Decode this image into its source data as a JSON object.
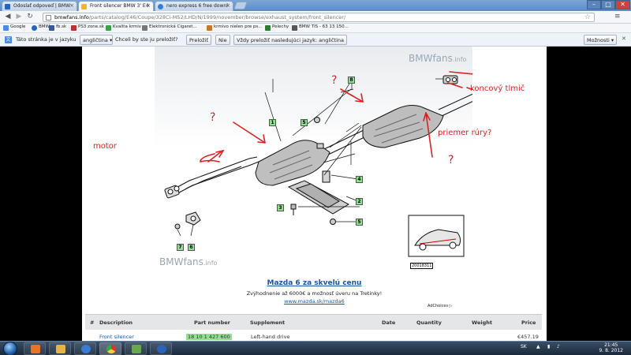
{
  "browser": {
    "tabs": [
      {
        "label": "Odoslať odpoveď | BMW"
      },
      {
        "label": "Front silencer BMW 3' E4"
      },
      {
        "label": "nero express 6 free downl"
      }
    ],
    "window_buttons": {
      "minimize": "–",
      "maximize": "□",
      "close": "✕"
    },
    "address": {
      "host": "bmwfans.info",
      "path": "/parts/catalog/E46/Coupe/328Ci-M52/LHD/N/1999/november/browse/exhaust_system/front_silencer/"
    },
    "bookmarks": [
      {
        "label": "Google",
        "color": "#4a8be8"
      },
      {
        "label": "BMW",
        "color": "#2a64b8"
      },
      {
        "label": "fb.sk",
        "color": "#3b5998"
      },
      {
        "label": "PS3 zone.sk",
        "color": "#c03030"
      },
      {
        "label": "Kvalita krmiv",
        "color": "#3aa24a"
      },
      {
        "label": "Elektronická Cigaret...",
        "color": "#777777"
      },
      {
        "label": "krmivo nielen pre ps...",
        "color": "#c8782a"
      },
      {
        "label": "Pelechy",
        "color": "#2f7d35"
      },
      {
        "label": "BMW TIS - 63 13 150...",
        "color": "#555555"
      }
    ]
  },
  "translate_bar": {
    "prompt": "Táto stránka je v jazyku",
    "language": "angličtina",
    "question": "Chceli by ste ju preložiť?",
    "translate_button": "Preložiť",
    "no_button": "Nie",
    "always_button": "Vždy preložiť nasledujúci jazyk: angličtina",
    "options_button": "Možnosti"
  },
  "diagram": {
    "watermark": "BMWfans",
    "watermark_suffix": ".info",
    "part_numbers": [
      "1",
      "2",
      "3",
      "4",
      "5",
      "5",
      "6",
      "7",
      "8"
    ],
    "ref_code": "20018311",
    "annotations": {
      "koncovy": "koncový tlmič",
      "priemer": "priemer rúry?",
      "motor": "motor",
      "q1": "?",
      "q2": "?",
      "q3": "?"
    },
    "colors": {
      "annotation": "#e02020",
      "part_label": "#8fe08f"
    }
  },
  "ad": {
    "title": "Mazda 6 za skvelú cenu",
    "text": "Zvýhodnenie až 6000€ a možnosť úveru na Tretinky!",
    "link": "www.mazda.sk/mazda6",
    "choices": "AdChoices ▷"
  },
  "table": {
    "headers": [
      "#",
      "Description",
      "Part number",
      "Supplement",
      "Date",
      "Quantity",
      "Weight",
      "Price"
    ],
    "first_row": {
      "description": "Front silencer",
      "part_number": "18 10 1 427 600",
      "supplement": "Left-hand drive",
      "price": "€457.19"
    }
  },
  "taskbar": {
    "language": "SK",
    "time": "21:45",
    "date": "9. 8. 2012"
  }
}
